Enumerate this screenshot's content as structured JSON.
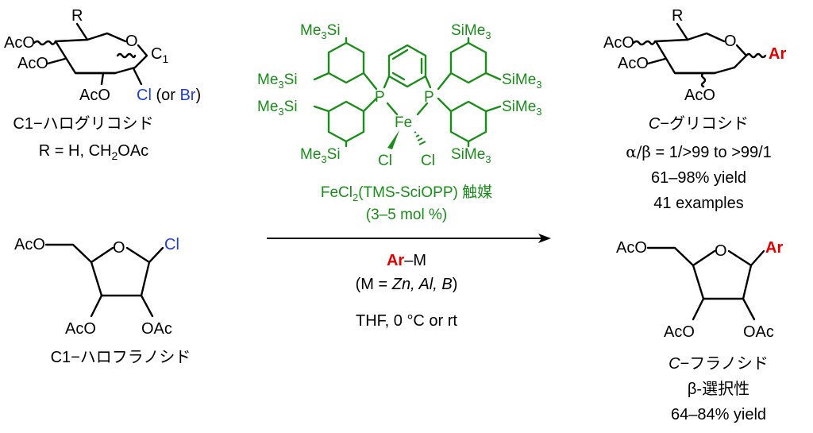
{
  "glycosyl_halide": {
    "r_label": "R",
    "aco_1": "AcO",
    "aco_2": "AcO",
    "aco_3": "AcO",
    "c1_label_prefix": "C",
    "c1_label_sub": "1",
    "halide_cl": "Cl",
    "halide_open": " (or ",
    "halide_br": "Br",
    "halide_close": ")",
    "name": "C1−ハログリコシド",
    "r_def_prefix": "R = H, CH",
    "r_def_sub": "2",
    "r_def_suffix": "OAc"
  },
  "furanosyl_halide": {
    "aco_top": "AcO",
    "ring_o": "O",
    "halide": "Cl",
    "aco_left": "AcO",
    "oac_right": "OAc",
    "name": "C1−ハロフラノシド"
  },
  "catalyst": {
    "tl_me": "Me",
    "tl_sub": "3",
    "tl_si": "Si",
    "tr_si": "SiMe",
    "tr_sub": "3",
    "ml_me": "Me",
    "ml_sub": "3",
    "ml_si": "Si",
    "mr_si": "SiMe",
    "mr_sub": "3",
    "ll_me": "Me",
    "ll_sub": "3",
    "ll_si": "Si",
    "lr_si": "SiMe",
    "lr_sub": "3",
    "bl_me": "Me",
    "bl_sub": "3",
    "bl_si": "Si",
    "br_si": "SiMe",
    "br_sub": "3",
    "p_left": "P",
    "p_right": "P",
    "fe": "Fe",
    "cl_left": "Cl",
    "cl_right": "Cl",
    "name_prefix": "FeCl",
    "name_sub": "2",
    "name_suffix": "(TMS-SciOPP) 触媒",
    "loading": "(3–5 mol %)"
  },
  "reagents": {
    "ar": "Ar",
    "m_suffix": "–M",
    "metals_open": "(M = ",
    "metals_list": "Zn, Al, B",
    "metals_close": ")",
    "conditions": "THF, 0 °C or rt"
  },
  "c_glycoside": {
    "r_label": "R",
    "aco_1": "AcO",
    "aco_2": "AcO",
    "aco_3": "AcO",
    "ar": "Ar",
    "name_italic": "C",
    "name_rest": "−グリコシド",
    "selectivity_greek": "α/β",
    "selectivity_rest": " = 1/>99 to >99/1",
    "yield": "61–98% yield",
    "examples": "41 examples"
  },
  "c_furanoside": {
    "aco_top": "AcO",
    "ring_o": "O",
    "ar": "Ar",
    "aco_left": "AcO",
    "oac_right": "OAc",
    "name_italic": "C",
    "name_rest": "−フラノシド",
    "selectivity": "β-選択性",
    "yield": "64–84% yield"
  },
  "colors": {
    "catalyst": "#1a8c1a",
    "halide": "#1f3fd0",
    "aryl": "#e00000",
    "text": "#000000"
  }
}
